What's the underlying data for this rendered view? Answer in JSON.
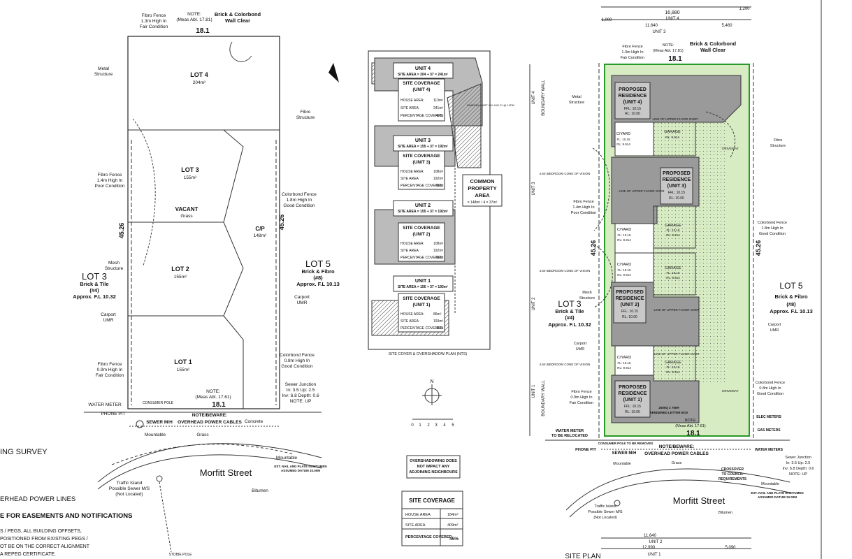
{
  "survey": {
    "fence_note_1": "Fibro Fence",
    "fence_note_2": "1.3m High In",
    "fence_note_3": "Fair Condition",
    "note_title": "NOTE:",
    "note_meas": "(Meas Abt. 17.81)",
    "top_dim": "18.1",
    "wall_clear_1": "Brick & Colorbond",
    "wall_clear_2": "Wall Clear",
    "metal_1": "Metal",
    "metal_2": "Structure",
    "lot4_title": "LOT 4",
    "lot4_area": "204m²",
    "fibro_struct_1": "Fibro",
    "fibro_struct_2": "Structure",
    "lot3_title": "LOT 3",
    "lot3_area": "155m²",
    "fibro_fence_a_1": "Fibro Fence",
    "fibro_fence_a_2": "1.4m High In",
    "fibro_fence_a_3": "Poor Condition",
    "colorbond_a_1": "Colorbond Fence",
    "colorbond_a_2": "1.8m High In",
    "colorbond_a_3": "Good Condition",
    "vacant": "VACANT",
    "grass": "Grass",
    "cp": "C/P",
    "cp_area": "148m²",
    "side_dim_left": "45.26",
    "side_dim_right": "45.26",
    "lot2_title": "LOT 2",
    "lot2_area": "155m²",
    "mesh_1": "Mesh",
    "mesh_2": "Structure",
    "lot3_left_1": "LOT 3",
    "lot3_left_2": "Brick & Tile",
    "lot3_left_3": "(#4)",
    "lot3_left_4": "Approx. F.L 10.32",
    "lot5_right_1": "LOT 5",
    "lot5_right_2": "Brick & Fibro",
    "lot5_right_3": "(#8)",
    "lot5_right_4": "Approx. F.L 10.13",
    "carport_1": "Carport",
    "carport_2": "UMR",
    "lot1_title": "LOT 1",
    "lot1_area": "155m²",
    "fibro_fence_b_1": "Fibro Fence",
    "fibro_fence_b_2": "0.9m High In",
    "fibro_fence_b_3": "Fair Condition",
    "colorbond_b_1": "Colorbond Fence",
    "colorbond_b_2": "0.8m High In",
    "colorbond_b_3": "Good Condition",
    "note_bottom": "NOTE:",
    "note_bottom_meas": "(Meas Abt. 17.61)",
    "bottom_dim": "18.1",
    "sewer_1": "Sewer Junction",
    "sewer_2": "In: 3.5 Up: 2.5",
    "sewer_3": "Inv: 6.8 Depth: 0.6",
    "sewer_4": "NOTE: UP",
    "water_meter": "WATER METER",
    "phone_pit": "PHONE PIT",
    "consumer_pole": "CONSUMER POLE",
    "note_beware": "NOTE/BEWARE:",
    "overhead": "OVERHEAD POWER CABLES",
    "sewer_mh": "SEWER M/H",
    "concrete": "Concrete",
    "grass2": "Grass",
    "mountable": "Mountable",
    "street": "Morfitt Street",
    "traffic_1": "Traffic Island",
    "traffic_2": "Possible Sewer M/S",
    "traffic_3": "(Not Located)",
    "bitumen": "Bitumen",
    "datum_1": "EST. NAIL AND PLATE IN BITUMEN",
    "datum_2": "ASSUMED DATUM 10.00M",
    "stobie": "STOBIE POLE",
    "cut_1": "ING SURVEY",
    "cut_2": "ERHEAD POWER LINES",
    "cut_3": "E FOR EASEMENTS AND NOTIFICATIONS",
    "cut_4": "S / PEGS, ALL BUILDING OFFSETS,",
    "cut_5": "POSITIONED FROM EXISTING PEGS /",
    "cut_6": "OT BE ON THE CORRECT ALIGNMENT",
    "cut_7": "A REPEG CERTIFICATE."
  },
  "overshadow": {
    "units": [
      {
        "name": "UNIT 4",
        "area": "SITE AREA = 204 + 37 = 241m²",
        "cov": "SITE COVERAGE",
        "cov2": "(UNIT 4)"
      },
      {
        "name": "UNIT 3",
        "area": "SITE AREA = 155 + 37 = 192m²",
        "cov": "SITE COVERAGE",
        "cov2": "(UNIT 3)"
      },
      {
        "name": "UNIT 2",
        "area": "SITE AREA = 155 + 37 = 192m²",
        "cov": "SITE COVERAGE",
        "cov2": "(UNIT 2)"
      },
      {
        "name": "UNIT 1",
        "area": "SITE AREA = 156 + 37 = 193m²",
        "cov": "SITE COVERAGE",
        "cov2": "(UNIT 1)"
      }
    ],
    "row_house": "HOUSE AREA:",
    "row_site": "SITE AREA:",
    "row_pct": "PERCENTAGE COVERED:",
    "vals": [
      [
        "113m²",
        "241m²",
        "47%"
      ],
      [
        "108m²",
        "192m²",
        "56%"
      ],
      [
        "108m²",
        "192m²",
        "56%"
      ],
      [
        "86m²",
        "193m²",
        "45%"
      ]
    ],
    "shadow_note": "SHADOW CAST ON JUN 21 @ 12PM",
    "common_1": "COMMON",
    "common_2": "PROPERTY",
    "common_3": "AREA",
    "common_4": "= 148m² / 4 = 37m²",
    "caption": "SITE COVER & OVERSHADOW PLAN (NTS)",
    "north": "N",
    "scale": [
      "0",
      "1",
      "2",
      "3",
      "4",
      "5"
    ],
    "no_impact_1": "OVERSHADOWING DOES",
    "no_impact_2": "NOT IMPACT ANY",
    "no_impact_3": "ADJOINING NEIGHBOURS",
    "sc_title": "SITE COVERAGE",
    "sc_house": "HOUSE AREA",
    "sc_house_v": "184m²",
    "sc_site": "SITE AREA",
    "sc_site_v": "409m²",
    "sc_pct": "PERCENTAGE COVERED",
    "sc_pct_v": "45%"
  },
  "siteplan": {
    "dim_total": "16,880",
    "dim_a": "1,200",
    "dim_b": "1,000",
    "dim_c": "11,640",
    "dim_d": "5,460",
    "unit4": "UNIT 4",
    "unit3": "UNIT 3",
    "unit2": "UNIT 2",
    "unit1": "UNIT 1",
    "top_dim": "18.1",
    "wall_1": "Brick & Colorbond",
    "wall_2": "Wall Clear",
    "fence_1": "Fibro Fence",
    "fence_2": "1.3m High In",
    "fence_3": "Fair Condition",
    "note": "NOTE:",
    "note_meas": "(Meas Abt. 17.81)",
    "boundary_wall": "BOUNDARY WALL",
    "res4_1": "PROPOSED",
    "res4_2": "RESIDENCE",
    "res4_3": "(UNIT 4)",
    "res4_4": "FFL: 10.15",
    "res4_5": "RL: 10.00",
    "res3_1": "PROPOSED",
    "res3_2": "RESIDENCE",
    "res3_3": "(UNIT 3)",
    "res3_4": "FFL: 10.15",
    "res3_5": "RL: 10.00",
    "res2_1": "PROPOSED",
    "res2_2": "RESIDENCE",
    "res2_3": "(UNIT 2)",
    "res2_4": "FFL: 10.15",
    "res2_5": "RL: 10.00",
    "res1_1": "PROPOSED",
    "res1_2": "RESIDENCE",
    "res1_3": "(UNIT 1)",
    "res1_4": "FFL: 10.15",
    "res1_5": "RL: 10.00",
    "garage": "GARAGE",
    "garage_fl": "FL: 10.15",
    "garage_rl": "RL: 9.914",
    "cyard": "C/YARD",
    "cyard_fl": "FL: 10.15",
    "cyard_rl": "RL: 9.914",
    "upper_floor": "LINE OF UPPER FLOOR OVER",
    "driveway": "DRIVEWAY",
    "bedroom_cone": "4.5m BEDROOM CONE OF VISION",
    "left_dim": "45.26",
    "right_dim": "45.26",
    "lot3_1": "LOT 3",
    "lot3_2": "Brick & Tile",
    "lot3_3": "(#4)",
    "lot3_4": "Approx. F.L 10.32",
    "lot5_1": "LOT 5",
    "lot5_2": "Brick & Fibro",
    "lot5_3": "(#8)",
    "lot5_4": "Approx. F.L 10.13",
    "carport_1": "Carport",
    "carport_2": "UMR",
    "metal_1": "Metal",
    "metal_2": "Structure",
    "fibro_1": "Fibro",
    "fibro_2": "Structure",
    "ff14_1": "Fibro Fence",
    "ff14_2": "1.4m High In",
    "ff14_3": "Poor Condition",
    "cb18_1": "Colorbond Fence",
    "cb18_2": "1.8m High In",
    "cb18_3": "Good Condition",
    "mesh_1": "Mesh",
    "mesh_2": "Structure",
    "ff09_1": "Fibro Fence",
    "ff09_2": "0.9m High In",
    "ff09_3": "Fair Condition",
    "cb08_1": "Colorbond Fence",
    "cb08_2": "0.8m High In",
    "cb08_3": "Good Condition",
    "letterbox_1": "2500Q x 750H",
    "letterbox_2": "RENDERED LETTER BOX",
    "note_bottom": "NOTE:",
    "note_bottom_meas": "(Meas Abt. 17.61)",
    "bottom_dim": "18.1",
    "water_meter_1": "WATER METER",
    "water_meter_2": "TO BE RELOCATED",
    "phone_pit": "PHONE PIT",
    "consumer_pole": "CONSUMER POLE TO BE REMOVED",
    "sewer_mh": "SEWER M/H",
    "beware": "NOTE/BEWARE:",
    "overhead": "OVERHEAD POWER CABLES",
    "grass": "Grass",
    "mountable": "Mountable",
    "crossover_1": "CROSSOVER",
    "crossover_2": "TO COUNCIL",
    "crossover_3": "REQUIREMENTS",
    "water_meters": "WATER METERS",
    "elec_meters": "ELEC METERS",
    "gas_meters": "GAS METERS",
    "sewer_1": "Sewer Junction",
    "sewer_2": "In: 3.5 Up: 2.5",
    "sewer_3": "Inv: 6.8 Depth: 0.6",
    "sewer_4": "NOTE: UP",
    "street": "Morfitt Street",
    "traffic_1": "Traffic Island",
    "traffic_2": "Possible Sewer M/S",
    "traffic_3": "(Not Located)",
    "bitumen": "Bitumen",
    "datum_1": "EST. NAIL AND PLATE IN BITUMEN",
    "datum_2": "ASSUMED DATUM 10.00M",
    "mountable2": "Mountable",
    "dim_e": "11,640",
    "dim_f": "12,990",
    "dim_g": "5,090",
    "title": "SITE PLAN"
  }
}
